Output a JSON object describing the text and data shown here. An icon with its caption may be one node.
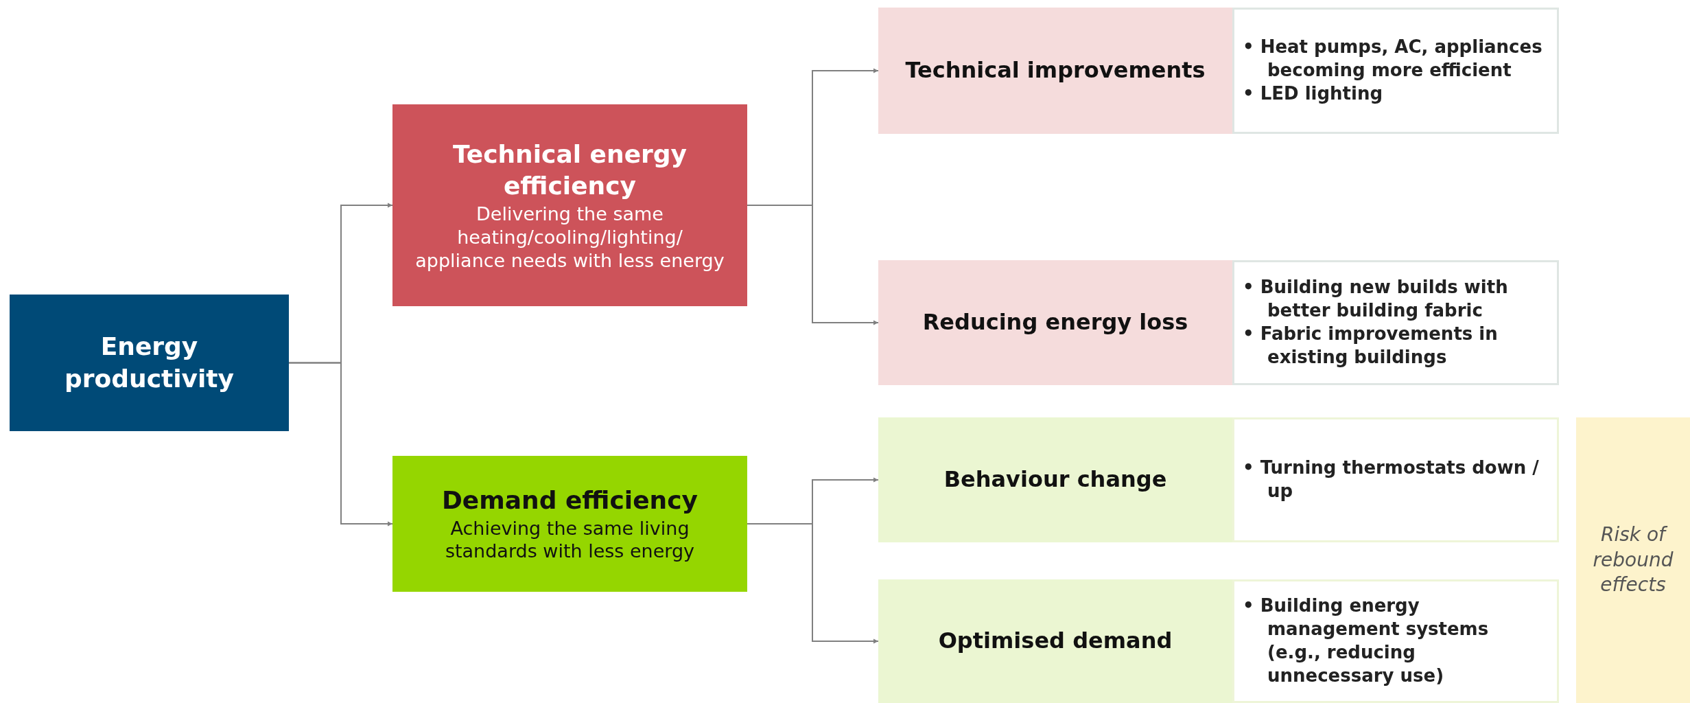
{
  "diagram": {
    "nodes": [
      {
        "text": [
          "Energy productivity"
        ]
      },
      {
        "text": [
          "Technical energy efficiency",
          "Delivering the same heating/cooling/lighting/ appliance needs with less energy"
        ]
      },
      {
        "text": [
          "Demand efficiency",
          "Achieving the same living standards with less energy"
        ]
      },
      {
        "text": [
          "Technical improvements"
        ]
      },
      {
        "text": [
          "• Heat pumps, AC, appliances becoming more efficient",
          "• LED lighting"
        ]
      },
      {
        "text": [
          "Reducing energy loss"
        ]
      },
      {
        "text": [
          "• Building new builds with better building fabric",
          "• Fabric improvements in existing buildings"
        ]
      },
      {
        "text": [
          "Behaviour change"
        ]
      },
      {
        "text": [
          "• Turning thermostats down / up"
        ]
      },
      {
        "text": [
          "Optimised demand"
        ]
      },
      {
        "text": [
          "• Building energy management systems (e.g., reducing unnecessary use)"
        ]
      },
      {
        "text": [
          "Risk of rebound effects"
        ]
      }
    ],
    "edges": [
      {
        "from": 0,
        "to": 1,
        "arrow": "to"
      },
      {
        "from": 0,
        "to": 2,
        "arrow": "to"
      },
      {
        "from": 1,
        "to": 3,
        "arrow": "to"
      },
      {
        "from": 1,
        "to": 5,
        "arrow": "to"
      },
      {
        "from": 2,
        "to": 7,
        "arrow": "to"
      },
      {
        "from": 2,
        "to": 9,
        "arrow": "to"
      }
    ]
  }
}
